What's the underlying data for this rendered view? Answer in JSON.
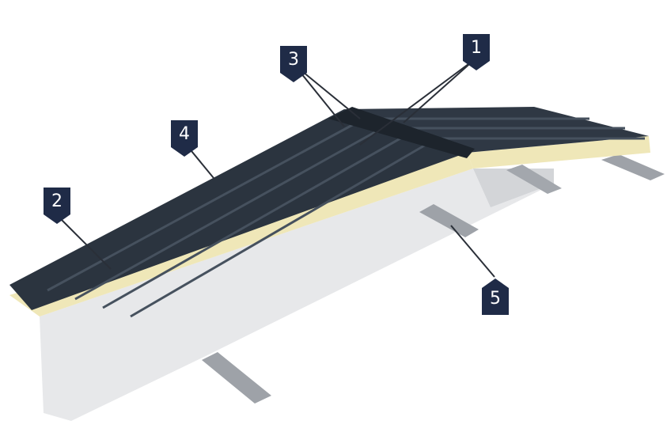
{
  "callouts": [
    {
      "id": "c1",
      "label": "1"
    },
    {
      "id": "c2",
      "label": "2"
    },
    {
      "id": "c3",
      "label": "3"
    },
    {
      "id": "c4",
      "label": "4"
    },
    {
      "id": "c5",
      "label": "5"
    }
  ],
  "colors": {
    "panel": "#2b343f",
    "panel_dark": "#1d242c",
    "rib_light": "#4a5563",
    "foam": "#efe7b8",
    "wall": "#e7e8ea",
    "wall_shadow": "#cfd1d4",
    "purlin": "#9ea2a8",
    "badge": "#1f2b47",
    "leader": "#2a2f38"
  }
}
